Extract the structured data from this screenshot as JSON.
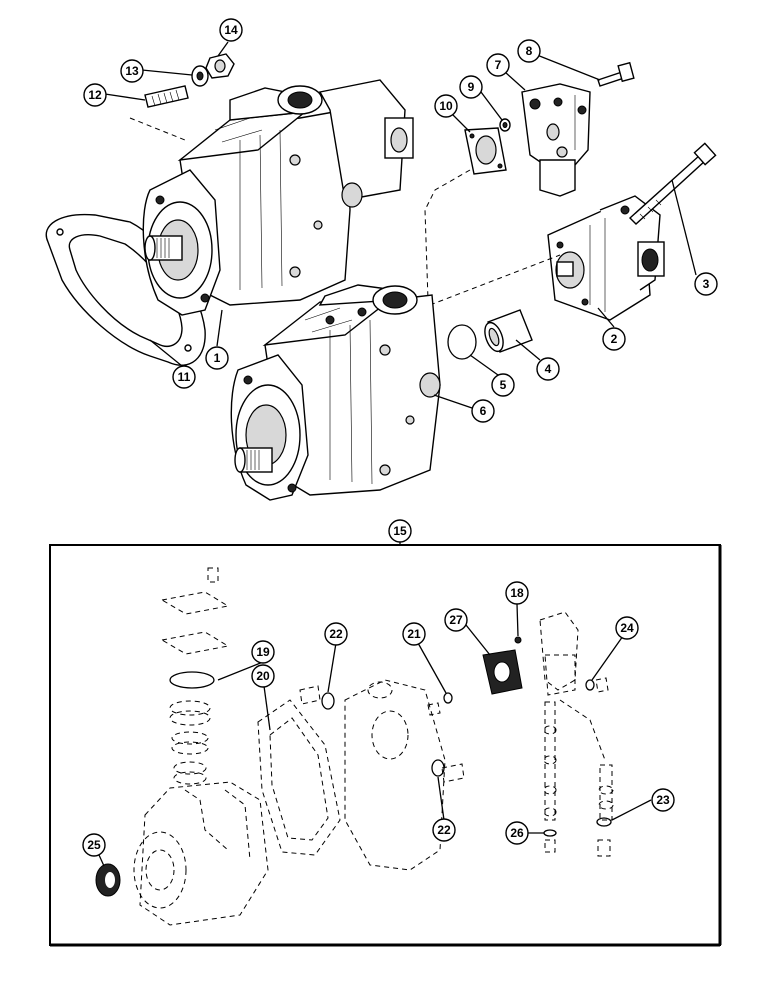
{
  "callouts": {
    "c1": "1",
    "c2": "2",
    "c3": "3",
    "c4": "4",
    "c5": "5",
    "c6": "6",
    "c7": "7",
    "c8": "8",
    "c9": "9",
    "c10": "10",
    "c11": "11",
    "c12": "12",
    "c13": "13",
    "c14": "14",
    "c15": "15",
    "c18": "18",
    "c19": "19",
    "c20": "20",
    "c21": "21",
    "c22a": "22",
    "c22b": "22",
    "c23": "23",
    "c24": "24",
    "c25": "25",
    "c26": "26",
    "c27": "27"
  }
}
